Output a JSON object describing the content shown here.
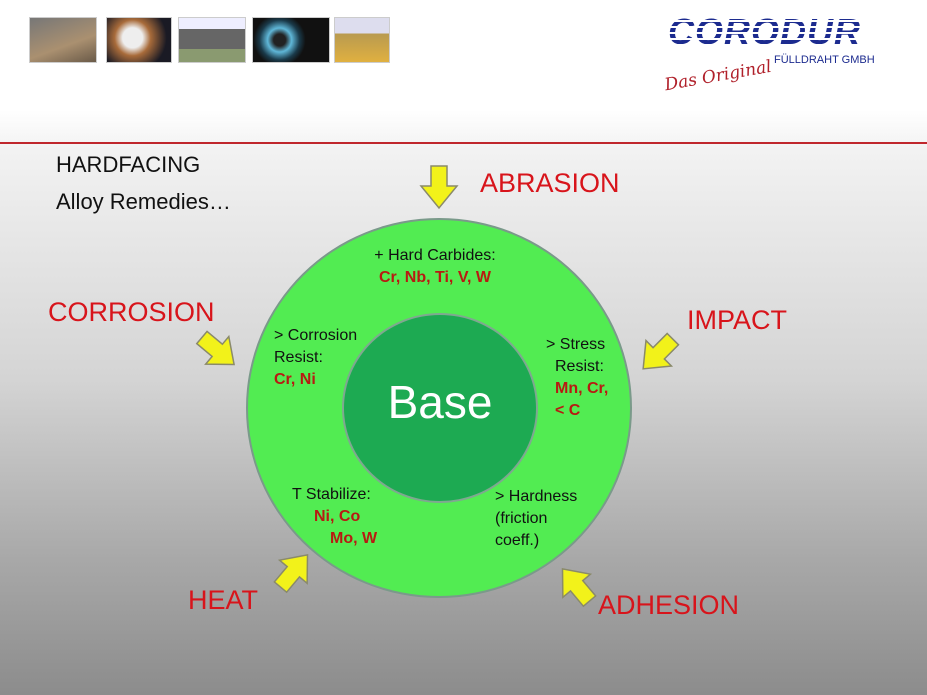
{
  "header": {
    "photos": [
      "warehouse-photo",
      "welding-photo",
      "building-photo",
      "wire-spool-photo",
      "excavator-photo"
    ],
    "logo": {
      "brand": "CORODUR",
      "subtitle": "FÜLLDRAHT GMBH",
      "script": "Das Original"
    }
  },
  "title": {
    "line1": "HARDFACING",
    "line2": "Alloy Remedies…"
  },
  "diagram": {
    "center": "Base",
    "threats": {
      "abrasion": "ABRASION",
      "impact": "IMPACT",
      "adhesion": "ADHESION",
      "heat": "HEAT",
      "corrosion": "CORROSION"
    },
    "remedies": {
      "abrasion": {
        "label": "+ Hard Carbides:",
        "elements": "Cr, Nb, Ti, V, W"
      },
      "impact": {
        "label1": "> Stress",
        "label2": "Resist:",
        "elements1": "Mn, Cr,",
        "elements2": "< C"
      },
      "adhesion": {
        "line1": "> Hardness",
        "line2": "(friction",
        "line3": "coeff.)"
      },
      "heat": {
        "label": "T Stabilize:",
        "elements1": "Ni, Co",
        "elements2": "Mo, W"
      },
      "corrosion": {
        "label1": "> Corrosion",
        "label2": "Resist:",
        "elements": "Cr, Ni"
      }
    },
    "colors": {
      "ring": "#52ec52",
      "core": "#1daa52",
      "threat_text": "#d8141b",
      "element_text": "#b81a12",
      "arrow": "#f2f21a"
    }
  }
}
